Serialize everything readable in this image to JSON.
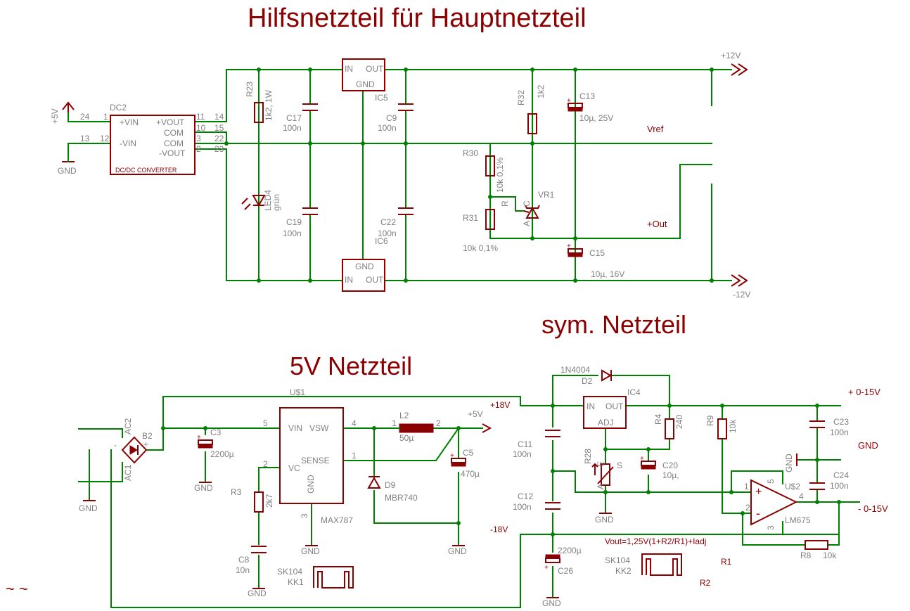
{
  "titles": {
    "main": "Hilfsnetzteil für Hauptnetzteil",
    "sym": "sym. Netzteil",
    "five": "5V Netzteil"
  },
  "top": {
    "dc2_name": "DC2",
    "dc2_type": "DC/DC CONVERTER",
    "pin_vin_p": "+VIN",
    "pin_vin_m": "-VIN",
    "pin_vout_p": "+VOUT",
    "pin_com1": "COM",
    "pin_com2": "COM",
    "pin_vout_m": "-VOUT",
    "pn_24": "24",
    "pn_1": "1",
    "pn_13": "13",
    "pn_12": "12",
    "pn_11": "11",
    "pn_10": "10",
    "pn_3": "3",
    "pn_2": "2",
    "pn_14": "14",
    "pn_15": "15",
    "pn_22": "22",
    "pn_23": "23",
    "plus5v": "+5V",
    "gnd": "GND",
    "r23": "R23",
    "r23_val": "1k2, 1W",
    "led4": "LED4",
    "led4_val": "grün",
    "c17": "C17",
    "c17_val": "100n",
    "c19": "C19",
    "c19_val": "100n",
    "ic5": "IC5",
    "ic6": "IC6",
    "in": "IN",
    "out": "OUT",
    "gndpin": "GND",
    "c9": "C9",
    "c9_val": "100n",
    "c22": "C22",
    "c22_val": "100n",
    "r32": "R32",
    "r32_val": "1k2",
    "c13": "C13",
    "c13_val": "10µ, 25V",
    "r30": "R30",
    "r30_val": "10k 0,1%",
    "r31": "R31",
    "r31_val": "10k 0,1%",
    "vr1": "VR1",
    "vr_r": "R",
    "vr_a": "A",
    "vr_c": "C",
    "c15": "C15",
    "c15_val": "10µ, 16V",
    "vref": "Vref",
    "plusout": "+Out",
    "plus12": "+12V",
    "minus12": "-12V"
  },
  "left": {
    "b2": "B2",
    "ac2": "AC2",
    "ac1": "AC1",
    "minus": "-",
    "plus": "+",
    "gnd": "GND",
    "u1": "U$1",
    "c3": "C3",
    "c3_val": "2200µ",
    "vin": "VIN",
    "vsw": "VSW",
    "sense": "SENSE",
    "vc": "VC",
    "gndpin": "GND",
    "pn_5": "5",
    "pn_4": "4",
    "pn_2": "2",
    "pn_1": "1",
    "pn_3": "3",
    "max787": "MAX787",
    "r3": "R3",
    "r3_val": "2k7",
    "c8": "C8",
    "c8_val": "10n",
    "l2": "L2",
    "l2_val": "50µ",
    "l2_p1": "1",
    "l2_p2": "2",
    "d9": "D9",
    "d9_val": "MBR740",
    "c5": "C5",
    "c5_val": "470µ",
    "plus5v": "+5V",
    "sk104": "SK104",
    "kk1": "KK1",
    "tilde": "~ ~"
  },
  "right": {
    "d2": "D2",
    "d2_val": "1N4004",
    "ic4": "IC4",
    "in": "IN",
    "out": "OUT",
    "adj": "ADJ",
    "plus18": "+18V",
    "minus18": "-18V",
    "c11": "C11",
    "c11_val": "100n",
    "c12": "C12",
    "c12_val": "100n",
    "r4": "R4",
    "r4_val": "240",
    "r28": "R28",
    "r28_e": "E",
    "r28_s": "S",
    "r28_a": "A",
    "c20": "C20",
    "c20_val": "10µ,",
    "r9": "R9",
    "r9_val": "10k",
    "c23": "C23",
    "c23_val": "100n",
    "c24": "C24",
    "c24_val": "100n",
    "gnd": "GND",
    "u2": "U$2",
    "lm675": "LM675",
    "op_p1": "1",
    "op_p2": "2",
    "op_p3": "3",
    "op_p4": "4",
    "op_p5": "5",
    "r8": "R8",
    "r8_val": "10k",
    "c26": "C26",
    "c26_val": "2200µ",
    "plus015": "+ 0-15V",
    "minus015": "- 0-15V",
    "gnd_label": "GND",
    "formula": "Vout=1,25V(1+R2/R1)+Iadj",
    "r1": "R1",
    "r2": "R2",
    "sk104": "SK104",
    "kk2": "KK2"
  }
}
